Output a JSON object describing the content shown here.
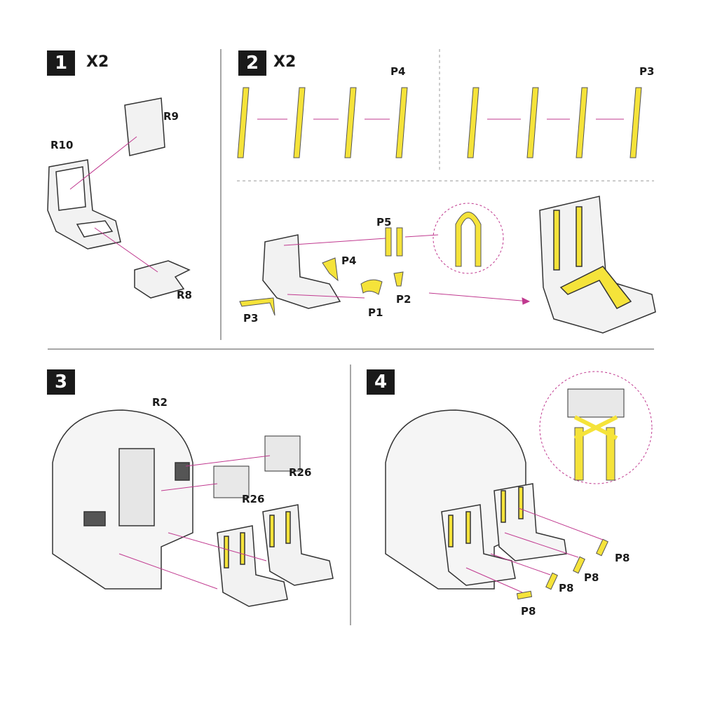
{
  "steps": [
    {
      "number": "1",
      "multiplier": "X2",
      "parts": [
        "R9",
        "R10",
        "R8"
      ]
    },
    {
      "number": "2",
      "multiplier": "X2",
      "parts": [
        "P4",
        "P3",
        "P5",
        "P4",
        "P3",
        "P1",
        "P2"
      ]
    },
    {
      "number": "3",
      "parts": [
        "R2",
        "R26",
        "R26"
      ]
    },
    {
      "number": "4",
      "parts": [
        "P8",
        "P8",
        "P8",
        "P8"
      ]
    }
  ],
  "colors": {
    "belt": "#f5e33a",
    "leader": "#c0398f",
    "outline": "#333333",
    "divider": "#8a8a8a"
  }
}
